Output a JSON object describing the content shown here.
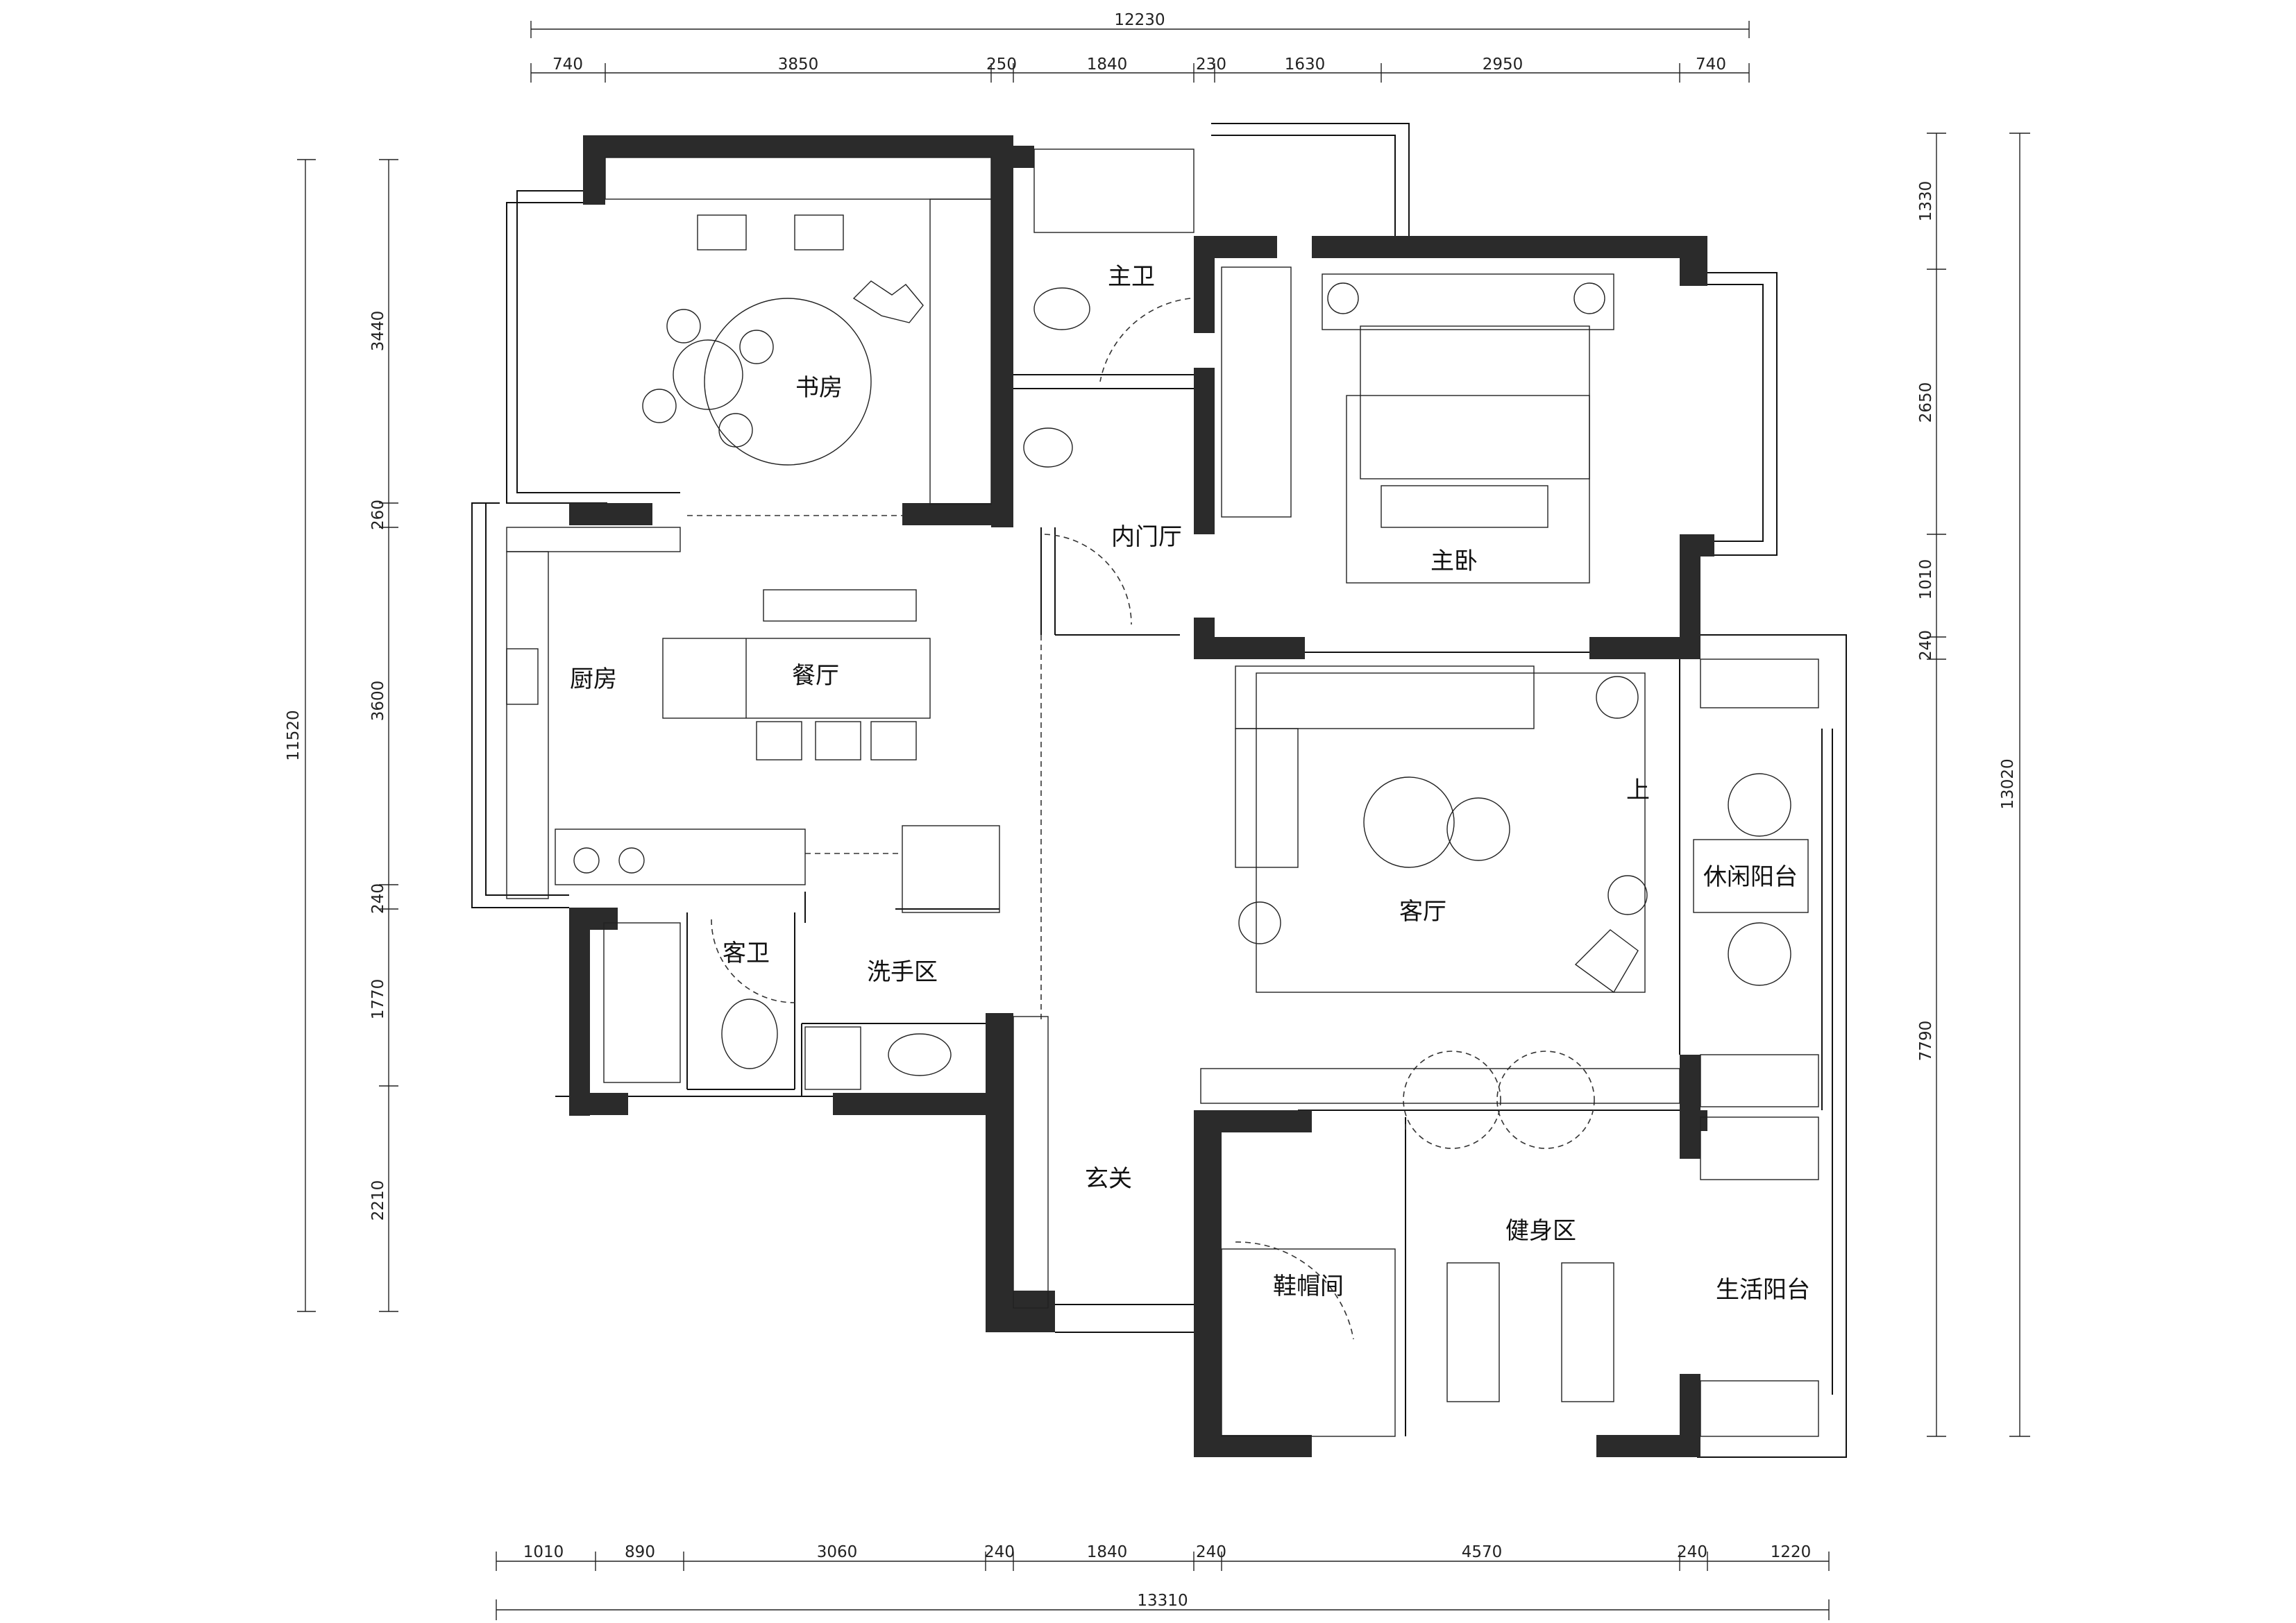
{
  "plan": {
    "dimensions": {
      "top_total": "12230",
      "top_segments": [
        "740",
        "3850",
        "250",
        "1840",
        "230",
        "1630",
        "2950",
        "740"
      ],
      "bottom_total": "13310",
      "bottom_segments": [
        "1010",
        "890",
        "3060",
        "240",
        "1840",
        "240",
        "4570",
        "240",
        "1220"
      ],
      "left_total": "11520",
      "left_segments": [
        "3440",
        "260",
        "3600",
        "240",
        "1770",
        "2210"
      ],
      "right_total": "13020",
      "right_segments": [
        "1330",
        "2650",
        "1010",
        "240",
        "7790"
      ]
    },
    "rooms": {
      "study": "书房",
      "master_bath": "主卫",
      "master_bedroom": "主卧",
      "inner_hall": "内门厅",
      "kitchen": "厨房",
      "dining": "餐厅",
      "living": "客厅",
      "leisure_balcony": "休闲阳台",
      "guest_bath": "客卫",
      "wash_area": "洗手区",
      "entrance": "玄关",
      "shoe_room": "鞋帽间",
      "gym": "健身区",
      "utility_balcony": "生活阳台"
    },
    "stair_label": "上"
  }
}
